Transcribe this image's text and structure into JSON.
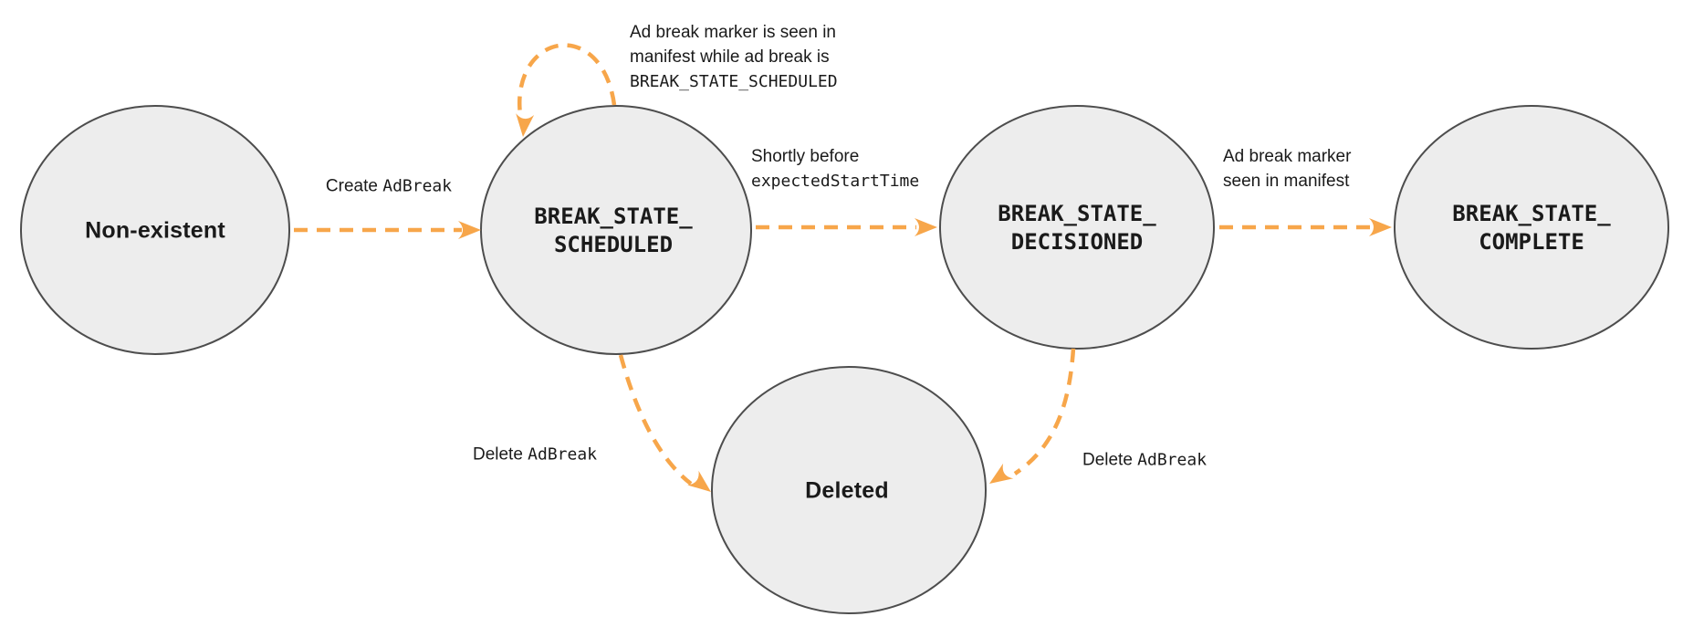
{
  "diagram": {
    "colors": {
      "arrow": "#F7A64A",
      "node_fill": "#EDEDED",
      "node_stroke": "#4D4D4D",
      "text": "#1A1A1A"
    },
    "nodes": {
      "non_existent": {
        "label": "Non-existent"
      },
      "scheduled": {
        "label": "BREAK_STATE_\nSCHEDULED"
      },
      "decisioned": {
        "label": "BREAK_STATE_\nDECISIONED"
      },
      "complete": {
        "label": "BREAK_STATE_\nCOMPLETE"
      },
      "deleted": {
        "label": "Deleted"
      }
    },
    "edges": {
      "create": {
        "text": "Create ",
        "code": "AdBreak"
      },
      "marker_seen_loop": {
        "line1": "Ad break marker is seen in",
        "line2": "manifest while ad break is",
        "code": "BREAK_STATE_SCHEDULED"
      },
      "shortly_before": {
        "text": "Shortly before",
        "code": "expectedStartTime"
      },
      "marker_seen": {
        "text": "Ad break marker\nseen in manifest"
      },
      "delete_from_scheduled": {
        "text": "Delete ",
        "code": "AdBreak"
      },
      "delete_from_decisioned": {
        "text": "Delete ",
        "code": "AdBreak"
      }
    }
  }
}
